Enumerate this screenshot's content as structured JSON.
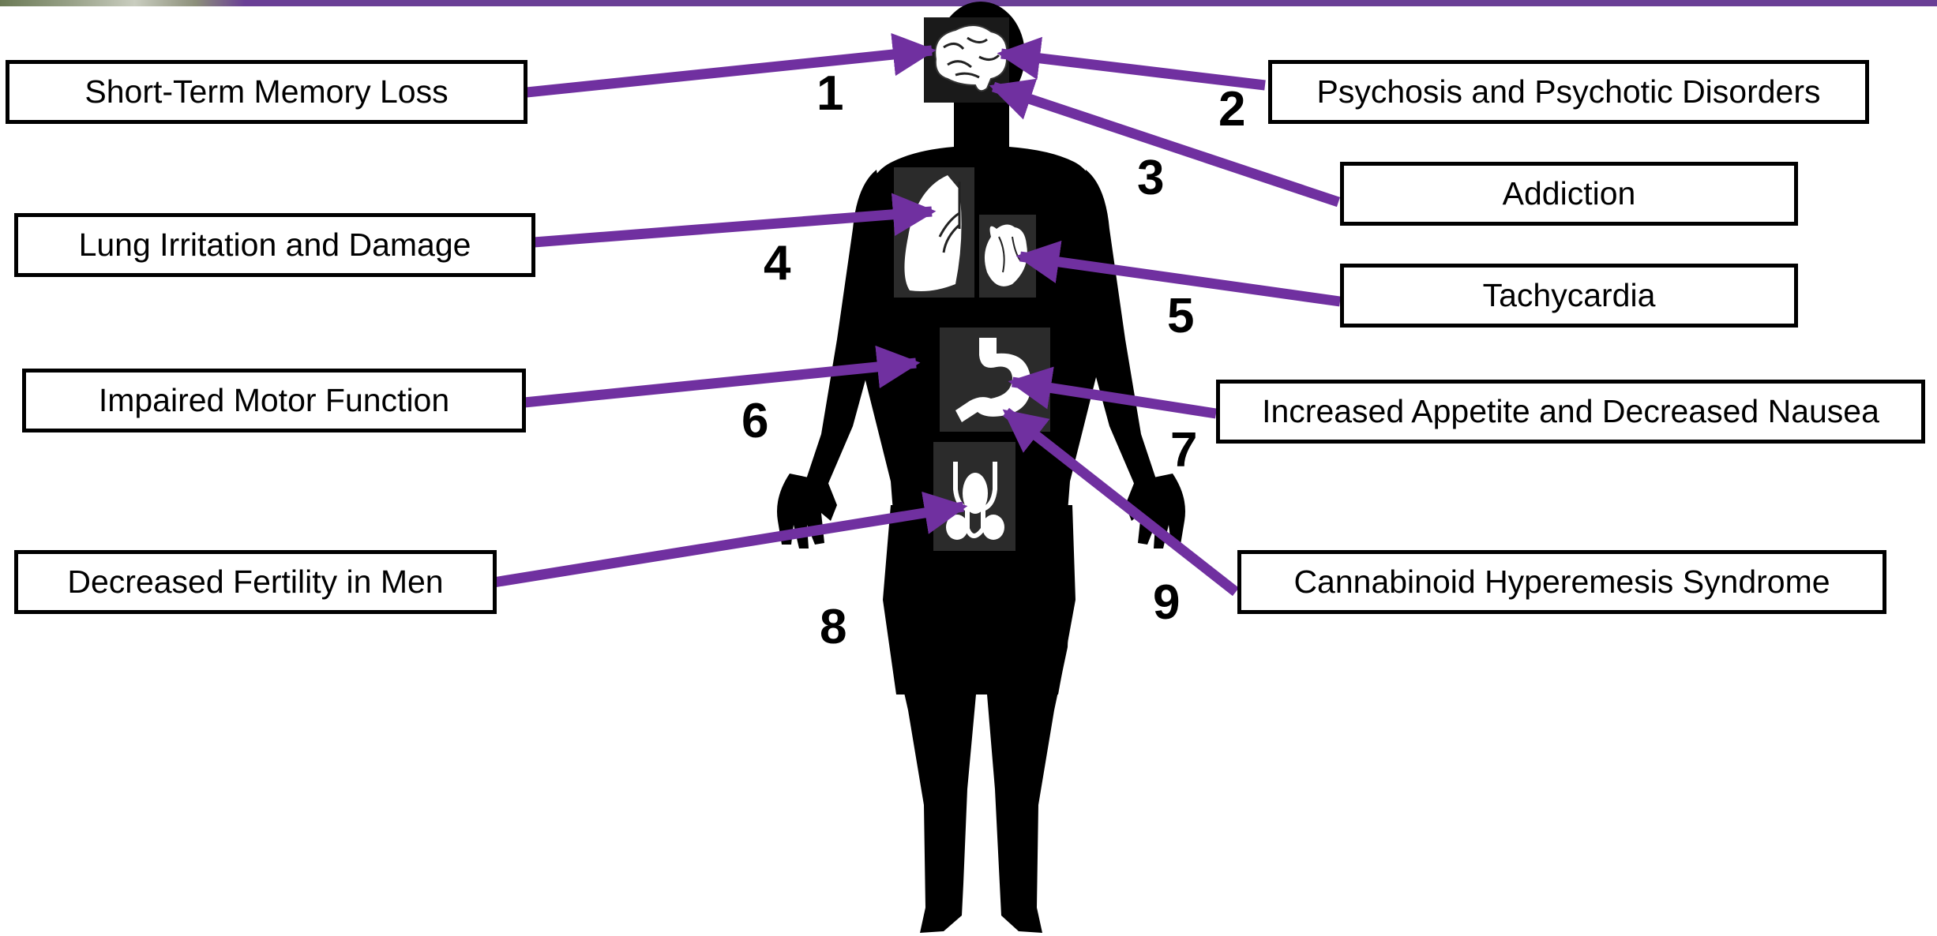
{
  "labels": [
    {
      "id": "short-term-memory-loss",
      "text": "Short-Term Memory Loss",
      "number": "1"
    },
    {
      "id": "psychosis",
      "text": "Psychosis and Psychotic Disorders",
      "number": "2"
    },
    {
      "id": "addiction",
      "text": "Addiction",
      "number": "3"
    },
    {
      "id": "lung-irritation",
      "text": "Lung Irritation and Damage",
      "number": "4"
    },
    {
      "id": "tachycardia",
      "text": "Tachycardia",
      "number": "5"
    },
    {
      "id": "impaired-motor",
      "text": "Impaired Motor Function",
      "number": "6"
    },
    {
      "id": "appetite-nausea",
      "text": "Increased Appetite and Decreased Nausea",
      "number": "7"
    },
    {
      "id": "fertility",
      "text": "Decreased Fertility in Men",
      "number": "8"
    },
    {
      "id": "hyperemesis",
      "text": "Cannabinoid Hyperemesis Syndrome",
      "number": "9"
    }
  ],
  "organs": [
    {
      "name": "brain-icon"
    },
    {
      "name": "lungs-icon"
    },
    {
      "name": "heart-icon"
    },
    {
      "name": "stomach-icon"
    },
    {
      "name": "male-reproductive-icon"
    }
  ],
  "colors": {
    "arrow": "#7030a0",
    "silhouette": "#000000",
    "box_border": "#000000",
    "top_band": "#6a3f96"
  }
}
